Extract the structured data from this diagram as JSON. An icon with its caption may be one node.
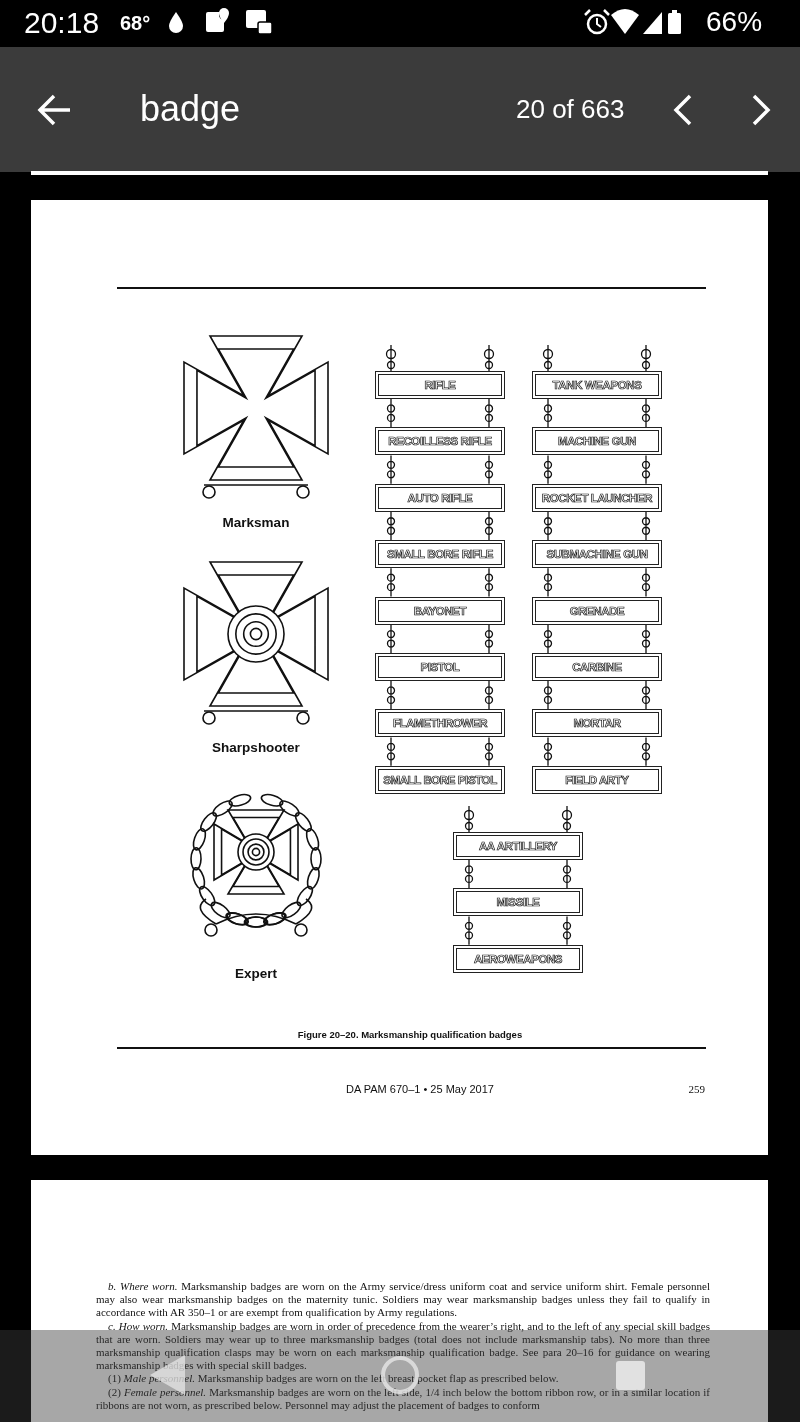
{
  "diagram": {
    "caption": "Figure 20–20. Marksmanship qualification badges",
    "nodes": [
      {
        "text": [
          "RIFLE"
        ]
      },
      {
        "text": [
          "RECOILLESS RIFLE"
        ]
      },
      {
        "text": [
          "AUTO RIFLE"
        ]
      },
      {
        "text": [
          "SMALL BORE RIFLE"
        ]
      },
      {
        "text": [
          "BAYONET"
        ]
      },
      {
        "text": [
          "PISTOL"
        ]
      },
      {
        "text": [
          "FLAMETHROWER"
        ]
      },
      {
        "text": [
          "SMALL BORE PISTOL"
        ]
      },
      {
        "text": [
          "TANK WEAPONS"
        ]
      },
      {
        "text": [
          "MACHINE GUN"
        ]
      },
      {
        "text": [
          "ROCKET LAUNCHER"
        ]
      },
      {
        "text": [
          "SUBMACHINE GUN"
        ]
      },
      {
        "text": [
          "GRENADE"
        ]
      },
      {
        "text": [
          "CARBINE"
        ]
      },
      {
        "text": [
          "MORTAR"
        ]
      },
      {
        "text": [
          "FIELD ARTY"
        ]
      },
      {
        "text": [
          "AA ARTILLERY"
        ]
      },
      {
        "text": [
          "MISSILE"
        ]
      },
      {
        "text": [
          "AEROWEAPONS"
        ]
      }
    ],
    "edges": [
      {
        "from": 0,
        "to": 1,
        "arrow": "none"
      },
      {
        "from": 1,
        "to": 2,
        "arrow": "none"
      },
      {
        "from": 2,
        "to": 3,
        "arrow": "none"
      },
      {
        "from": 3,
        "to": 4,
        "arrow": "none"
      },
      {
        "from": 4,
        "to": 5,
        "arrow": "none"
      },
      {
        "from": 5,
        "to": 6,
        "arrow": "none"
      },
      {
        "from": 6,
        "to": 7,
        "arrow": "none"
      },
      {
        "from": 8,
        "to": 9,
        "arrow": "none"
      },
      {
        "from": 9,
        "to": 10,
        "arrow": "none"
      },
      {
        "from": 10,
        "to": 11,
        "arrow": "none"
      },
      {
        "from": 11,
        "to": 12,
        "arrow": "none"
      },
      {
        "from": 12,
        "to": 13,
        "arrow": "none"
      },
      {
        "from": 13,
        "to": 14,
        "arrow": "none"
      },
      {
        "from": 14,
        "to": 15,
        "arrow": "none"
      },
      {
        "from": 16,
        "to": 17,
        "arrow": "none"
      },
      {
        "from": 17,
        "to": 18,
        "arrow": "none"
      }
    ],
    "labels": [
      "20:18",
      "68°",
      "66%",
      "badge",
      "20 of 663",
      "Marksman",
      "Sharpshooter",
      "Expert",
      "DA PAM 670–1 • 25 May 2017",
      "259",
      "*b. Where worn.* Marksmanship badges are worn on the Army service/dress uniform coat and service uniform shirt. Female personnel may also wear marksmanship badges on the maternity tunic. Soldiers may wear marksmanship badges unless they fail to qualify in accordance with AR 350–1 or are exempt from qualification by Army regulations.",
      "*c. How worn.* Marksmanship badges are worn in order of precedence from the wearer’s right, and to the left of any special skill badges that are worn. Soldiers may wear up to three marksmanship badges (total does not include marksmanship tabs). No more than three marksmanship qualification clasps may be worn on each marksmanship qualification badge. See para 20–16 for guidance on wearing marksmanship badges with special skill badges.",
      "(1) *Male personnel.* Marksmanship badges are worn on the left breast pocket flap as prescribed below.",
      "(2) *Female personnel.* Marksmanship badges are worn on the left side, 1/4 inch below the bottom ribbon row, or in a similar location if ribbons are not worn, as prescribed below. Personnel may adjust the placement of badges to conform"
    ]
  }
}
